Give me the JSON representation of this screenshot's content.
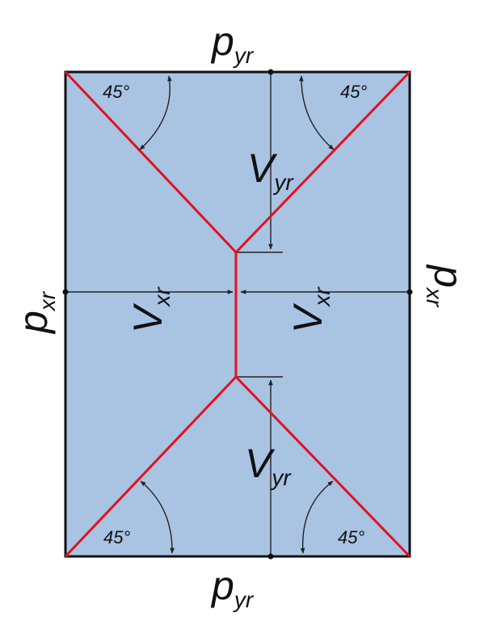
{
  "colors": {
    "panel_fill": "#a9c3e3",
    "border": "#111111",
    "yield_line": "#e3101e",
    "dim": "#222222"
  },
  "labels": {
    "p_top": {
      "main": "p",
      "sub": "yr"
    },
    "p_bottom": {
      "main": "p",
      "sub": "yr"
    },
    "p_left": {
      "main": "p",
      "sub": "xr"
    },
    "p_right": {
      "main": "p",
      "sub": "xr"
    },
    "v_top": {
      "main": "V",
      "sub": "yr"
    },
    "v_bottom": {
      "main": "V",
      "sub": "yr"
    },
    "v_left": {
      "main": "V",
      "sub": "xr"
    },
    "v_right": {
      "main": "V",
      "sub": "xr"
    },
    "angle_tl": "45°",
    "angle_tr": "45°",
    "angle_bl": "45°",
    "angle_br": "45°"
  }
}
